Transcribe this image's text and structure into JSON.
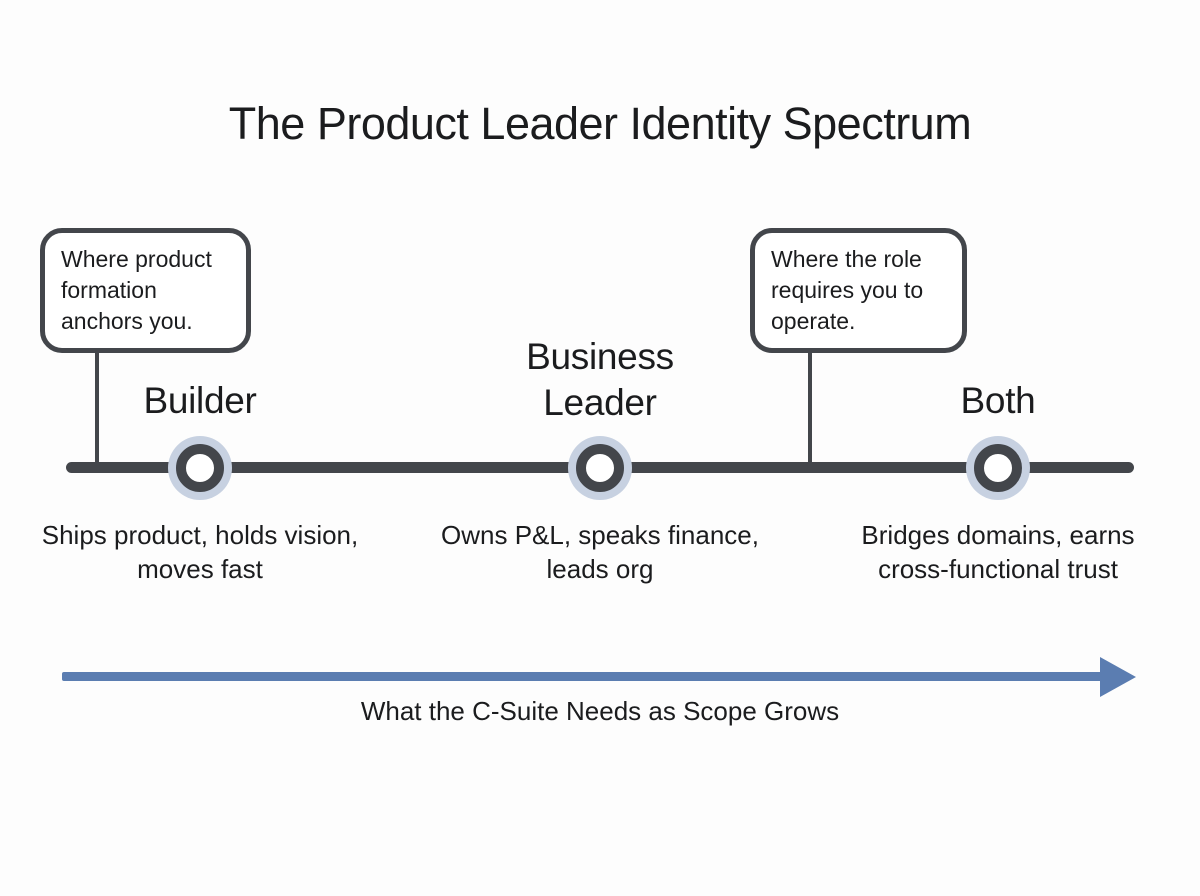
{
  "title": "The Product Leader Identity Spectrum",
  "colors": {
    "line_dark": "#43464b",
    "halo": "#c7d1e1",
    "arrow_blue": "#5b7db1",
    "text": "#1b1c1e",
    "background": "#fdfdfd"
  },
  "callouts": [
    {
      "anchor": "builder",
      "text": "Where product formation anchors you."
    },
    {
      "anchor": "both",
      "text": "Where the role requires you to operate."
    }
  ],
  "spectrum": {
    "nodes": [
      {
        "label": "Builder",
        "description": "Ships product, holds vision, moves fast"
      },
      {
        "label": "Business Leader",
        "description": "Owns P&L, speaks finance, leads org"
      },
      {
        "label": "Both",
        "description": "Bridges domains, earns cross-functional trust"
      }
    ]
  },
  "axis": {
    "label": "What the C-Suite Needs as Scope Grows"
  }
}
